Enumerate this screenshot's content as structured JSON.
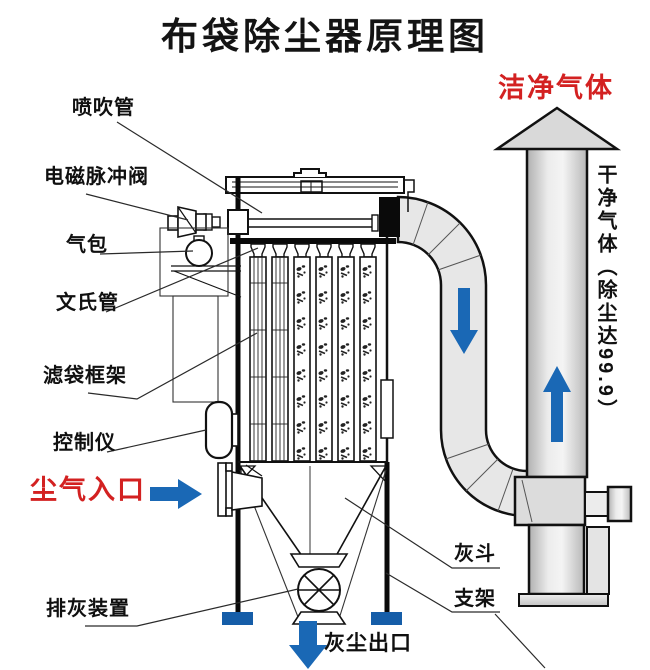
{
  "title": "布袋除尘器原理图",
  "labels": {
    "blow_pipe": "喷吹管",
    "solenoid_pulse_valve": "电磁脉冲阀",
    "air_bag": "气包",
    "venturi_tube": "文氏管",
    "filter_bag_cage": "滤袋框架",
    "controller": "控制仪",
    "dusty_gas_inlet": "尘气入口",
    "ash_discharge_device": "排灰装置",
    "ash_hopper": "灰斗",
    "support": "支架",
    "dust_outlet": "灰尘出口",
    "clean_gas": "洁净气体",
    "clean_gas_note": "干净气体（除尘达99.9）"
  },
  "icons": {
    "inlet_arrow": "→",
    "duct_flow_arrow": "↓",
    "stack_flow_arrow": "↑",
    "dust_outlet_arrow": "↓",
    "stack_cap": "▲"
  },
  "colors": {
    "label_red": "#d32121",
    "arrow_blue": "#1a68b5",
    "foot_blue": "#155da8",
    "line_black": "#111111"
  }
}
